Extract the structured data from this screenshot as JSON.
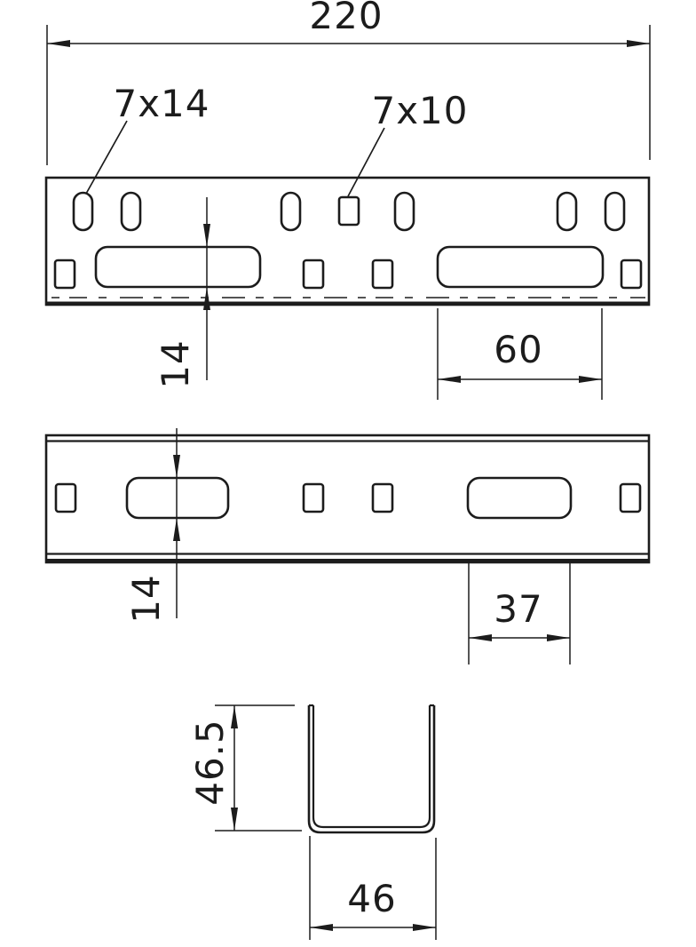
{
  "meta": {
    "background_color": "#ffffff",
    "line_color": "#1c1c1c",
    "drawing_type": "technical-dimension-drawing"
  },
  "labels": {
    "overall_length": "220",
    "oblong_hole_size": "7x14",
    "rect_hole_size": "7x10",
    "side_slot_height": "14",
    "side_slot_length": "60",
    "base_slot_height": "14",
    "base_slot_length": "37",
    "profile_height": "46.5",
    "profile_width": "46"
  }
}
